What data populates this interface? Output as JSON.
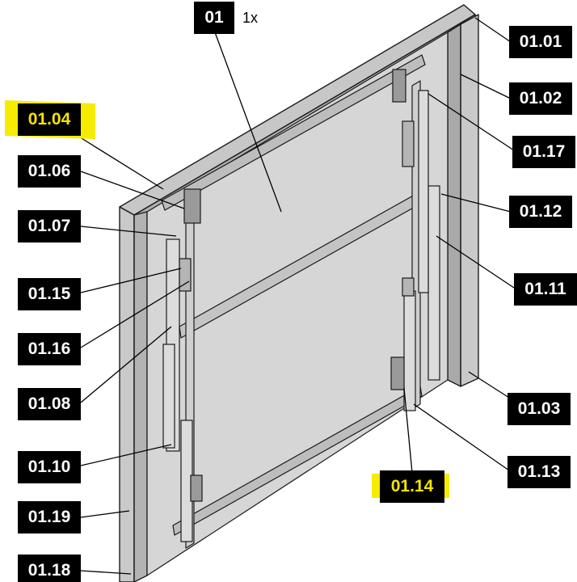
{
  "assembly": {
    "id": "01",
    "quantity": "1x"
  },
  "parts": [
    {
      "key": "p0101",
      "text": "01.01"
    },
    {
      "key": "p0102",
      "text": "01.02"
    },
    {
      "key": "p0117",
      "text": "01.17"
    },
    {
      "key": "p0104",
      "text": "01.04"
    },
    {
      "key": "p0106",
      "text": "01.06"
    },
    {
      "key": "p0107",
      "text": "01.07"
    },
    {
      "key": "p0112",
      "text": "01.12"
    },
    {
      "key": "p0111",
      "text": "01.11"
    },
    {
      "key": "p0115",
      "text": "01.15"
    },
    {
      "key": "p0116",
      "text": "01.16"
    },
    {
      "key": "p0108",
      "text": "01.08"
    },
    {
      "key": "p0103",
      "text": "01.03"
    },
    {
      "key": "p0110",
      "text": "01.10"
    },
    {
      "key": "p0113",
      "text": "01.13"
    },
    {
      "key": "p0114",
      "text": "01.14"
    },
    {
      "key": "p0119",
      "text": "01.19"
    },
    {
      "key": "p0118",
      "text": "01.18"
    }
  ],
  "colors": {
    "label_bg": "#000000",
    "label_text": "#ffffff",
    "highlight": "#f5ec00",
    "highlight_text": "#f5e400",
    "panel": "#d4d4d4",
    "frame": "#bdbdbd",
    "outline": "#1a1a1a"
  }
}
